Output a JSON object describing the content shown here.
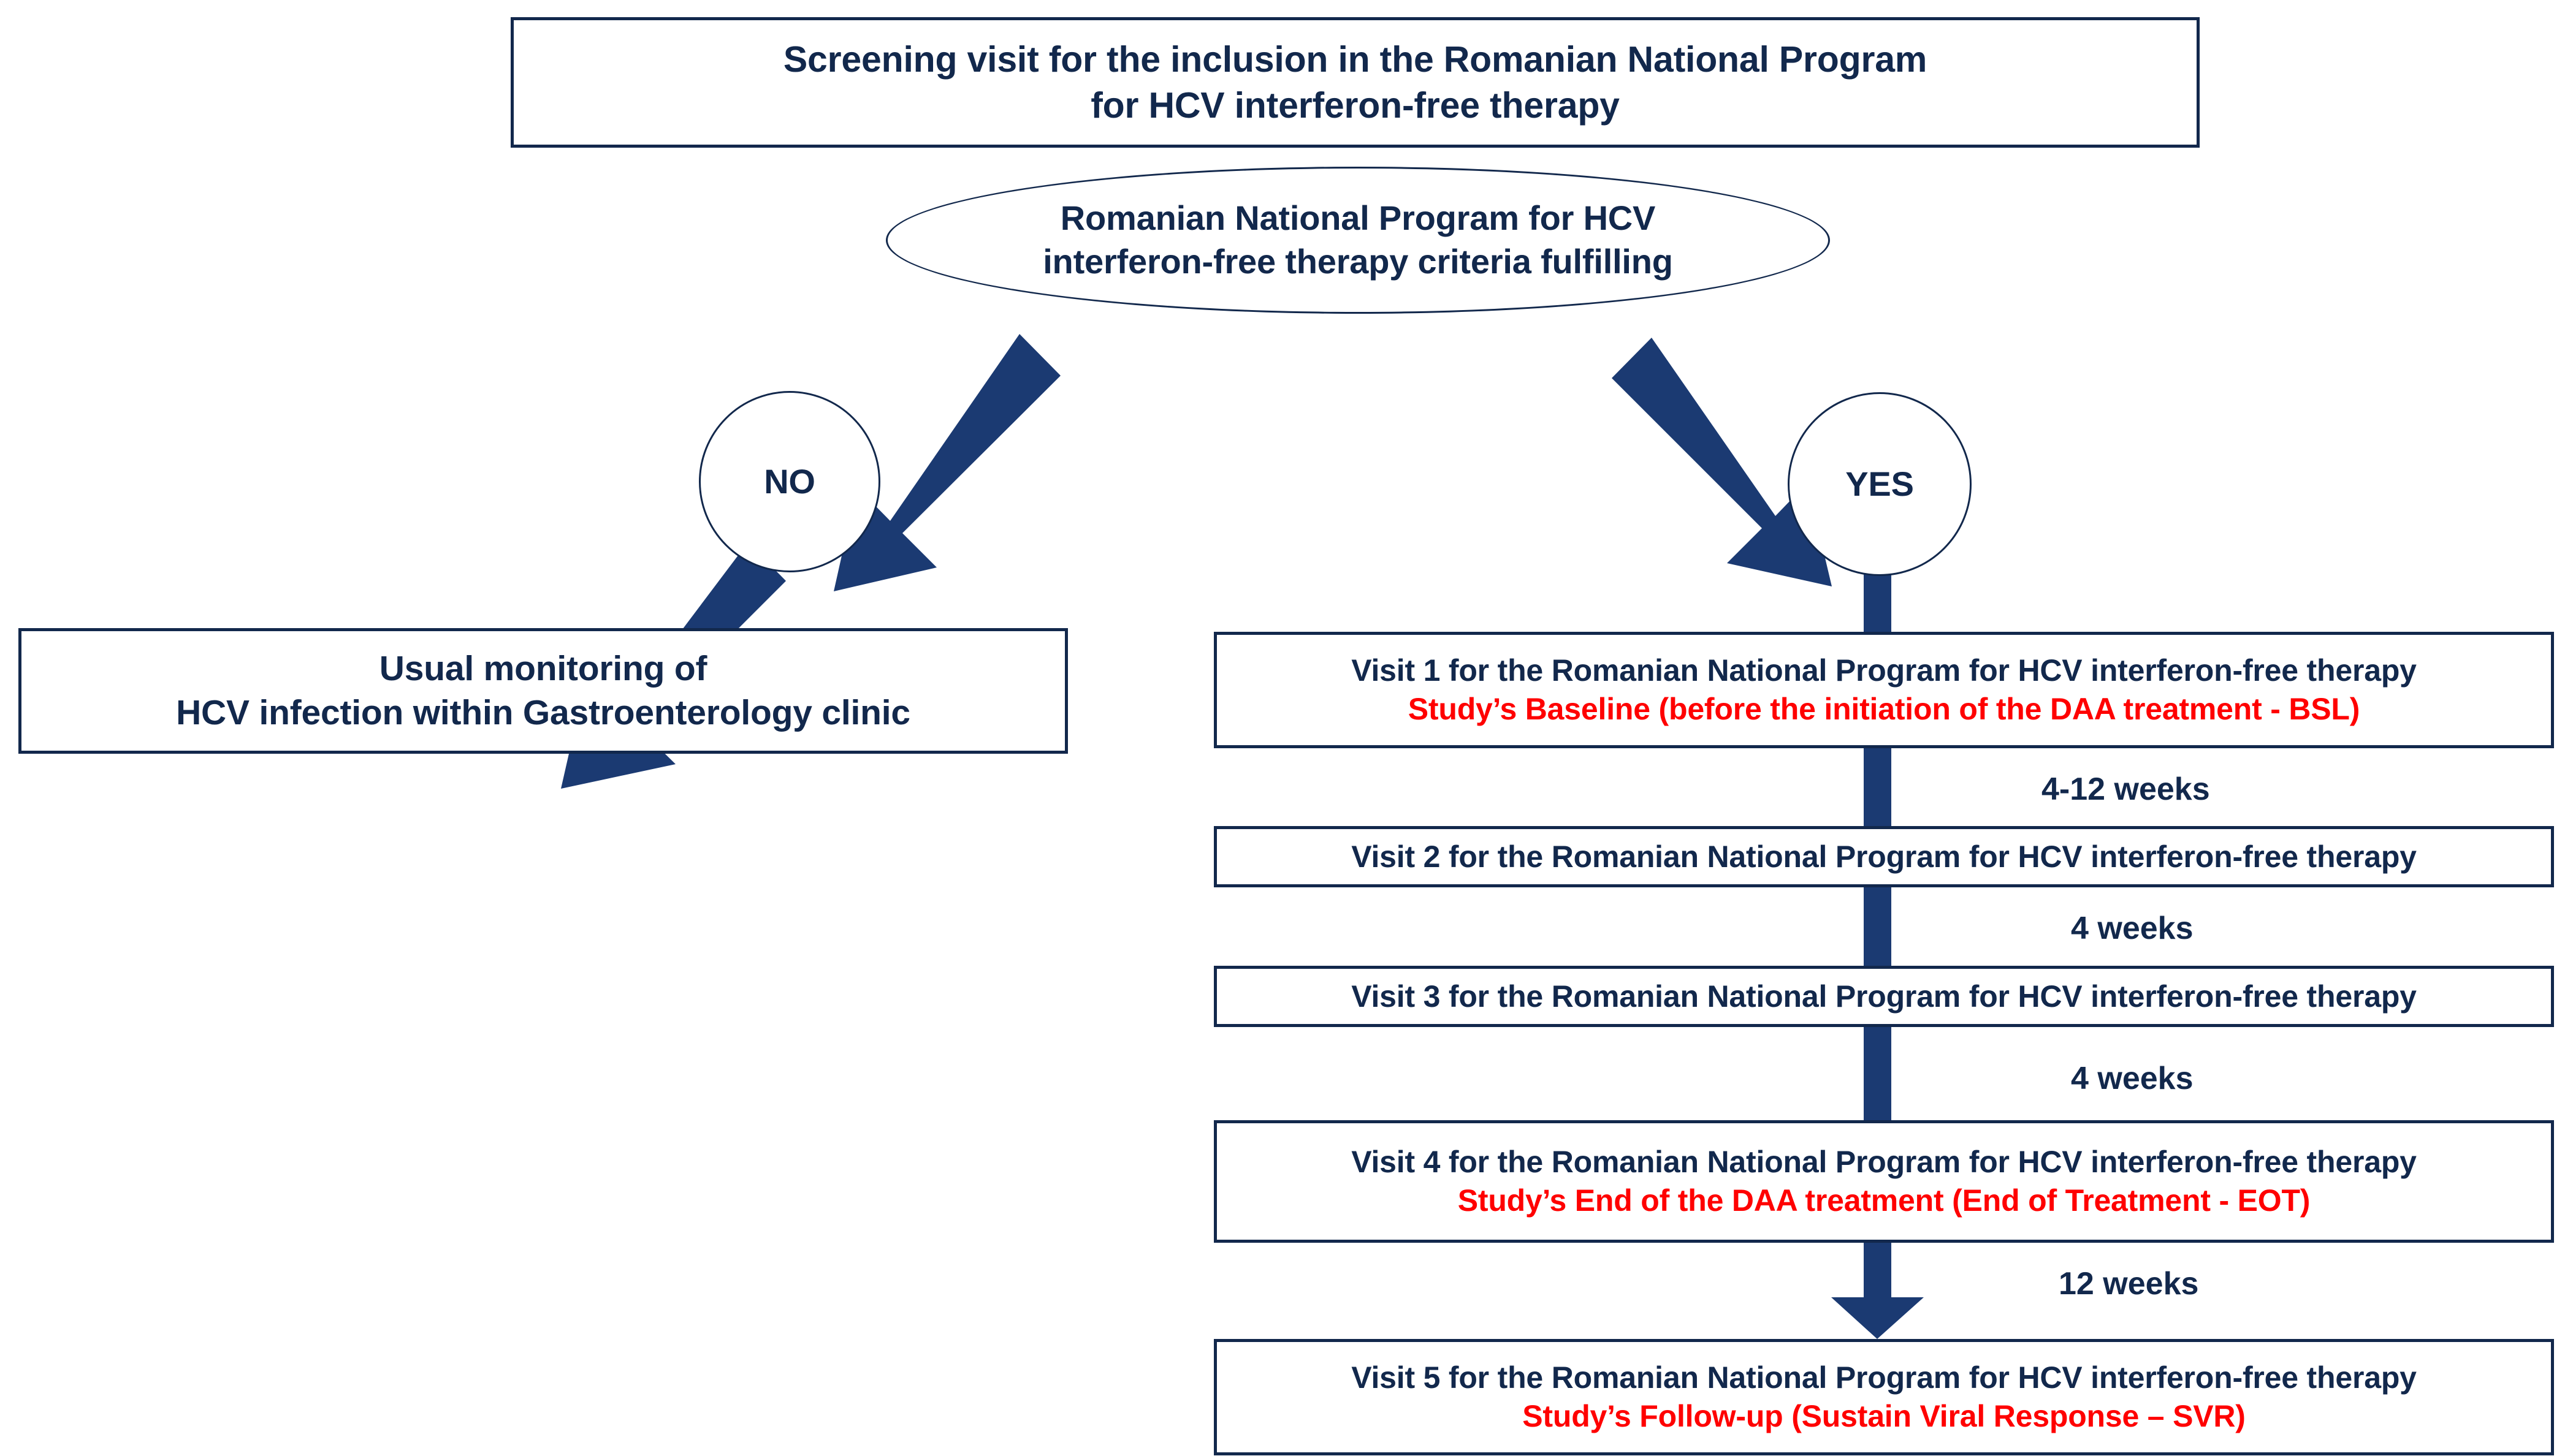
{
  "diagram": {
    "title_box": {
      "lines": [
        "Screening visit for the inclusion in the Romanian National Program",
        "for HCV interferon-free therapy"
      ]
    },
    "decision": {
      "lines": [
        "Romanian National Program for HCV",
        "interferon-free therapy criteria fulfilling"
      ]
    },
    "branches": {
      "no_label": "NO",
      "yes_label": "YES"
    },
    "no_outcome": {
      "lines": [
        "Usual monitoring of",
        "HCV infection within Gastroenterology clinic"
      ]
    },
    "visits": [
      {
        "primary": "Visit 1 for the Romanian National Program for HCV interferon-free therapy",
        "secondary": "Study’s Baseline (before the initiation of the DAA treatment - BSL)"
      },
      {
        "primary": "Visit 2 for the Romanian National Program for HCV interferon-free therapy",
        "secondary": ""
      },
      {
        "primary": "Visit 3 for the Romanian National Program for HCV interferon-free therapy",
        "secondary": ""
      },
      {
        "primary": "Visit 4 for the Romanian National Program for HCV interferon-free therapy",
        "secondary": "Study’s End of the DAA treatment (End of Treatment - EOT)"
      },
      {
        "primary": "Visit 5 for the Romanian National Program for HCV interferon-free therapy",
        "secondary": "Study’s Follow-up (Sustain Viral Response – SVR)"
      }
    ],
    "intervals": [
      "4-12 weeks",
      "4 weeks",
      "4 weeks",
      "12 weeks"
    ],
    "colors": {
      "outline": "#12284c",
      "arrow": "#1b3a72",
      "text": "#12284c",
      "highlight": "#ff0000",
      "background": "#ffffff"
    }
  }
}
